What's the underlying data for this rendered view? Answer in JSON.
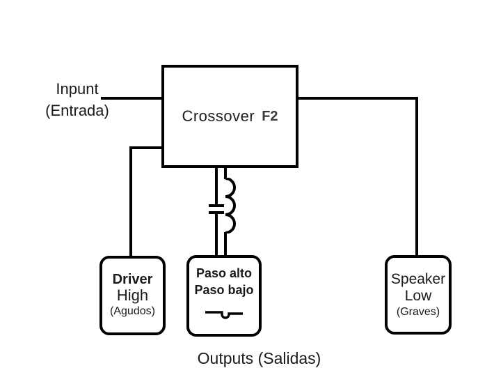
{
  "diagram": {
    "colors": {
      "background": "#ffffff",
      "line": "#000000",
      "text": "#1a1a1a",
      "badge_text": "#3a3a3a"
    },
    "input_label": {
      "line1": "Inpunt",
      "line2": "(Entrada)"
    },
    "crossover_box": {
      "title": "Crossover",
      "badge": "F2"
    },
    "driver_box": {
      "line1": "Driver",
      "line2": "High",
      "line3": "(Agudos)"
    },
    "passband_box": {
      "line1": "Paso alto",
      "line2": "Paso bajo"
    },
    "speaker_box": {
      "line1": "Speaker",
      "line2": "Low",
      "line3": "(Graves)"
    },
    "outputs_caption": "Outputs (Salidas)",
    "icons": {
      "capacitor": "capacitor-symbol",
      "inductor": "inductor-coil-symbol",
      "step_jumper": "step-jumper-symbol"
    }
  }
}
